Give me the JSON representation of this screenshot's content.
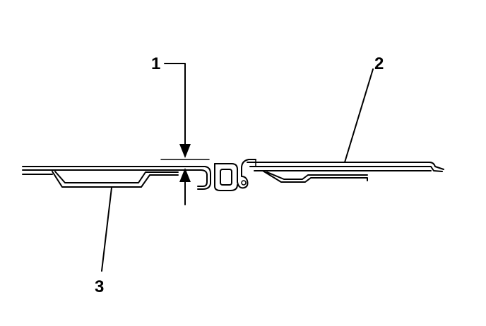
{
  "diagram": {
    "callouts": [
      {
        "id": "1",
        "label": "1"
      },
      {
        "id": "2",
        "label": "2"
      },
      {
        "id": "3",
        "label": "3"
      }
    ],
    "stroke_color": "#000000",
    "background_color": "#ffffff"
  }
}
